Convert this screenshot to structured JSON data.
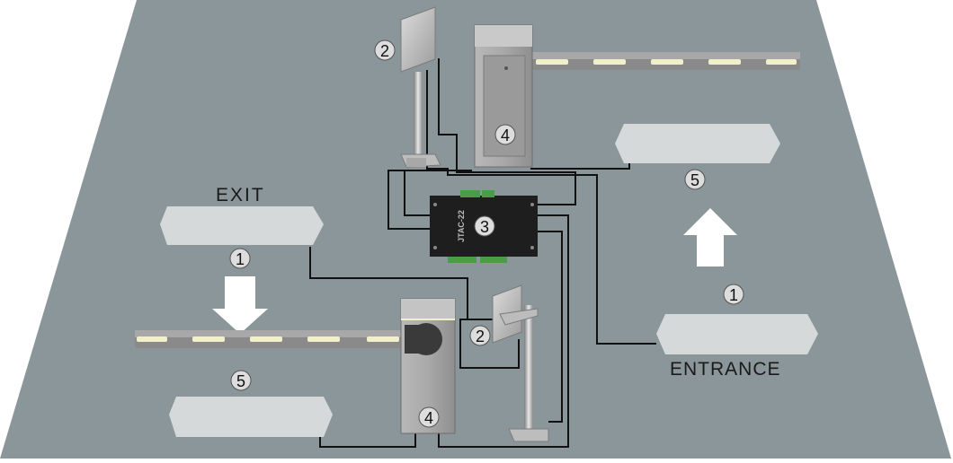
{
  "labels": {
    "exit": "EXIT",
    "entrance": "ENTRANCE",
    "controller_model": "JTAC-22"
  },
  "markers": {
    "loop_detector": "1",
    "reader": "2",
    "controller": "3",
    "barrier_gate": "4",
    "display": "5"
  },
  "colors": {
    "ground": "#8a9699",
    "pad": "#d6d9da",
    "stripe": "#f2f0c8",
    "controller": "#1e1e1e",
    "wire": "#111111"
  }
}
